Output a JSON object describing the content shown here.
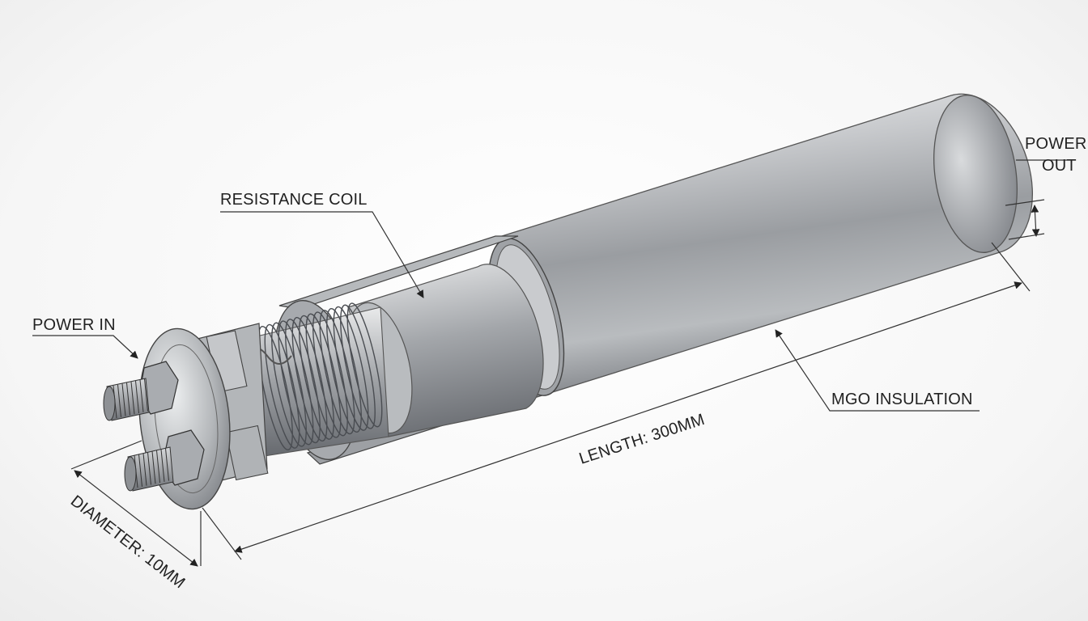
{
  "diagram": {
    "labels": {
      "power_in": "POWER IN",
      "resistance_coil": "RESISTANCE COIL",
      "power_out_line1": "POWER",
      "power_out_line2": "OUT",
      "mgo_insulation": "MGO INSULATION",
      "length": "LENGTH: 300MM",
      "diameter": "DIAMETER: 10MM"
    },
    "colors": {
      "metal_light": "#e2e4e6",
      "metal_mid": "#a9acb0",
      "metal_dark": "#6d7075",
      "line": "#333333"
    }
  }
}
